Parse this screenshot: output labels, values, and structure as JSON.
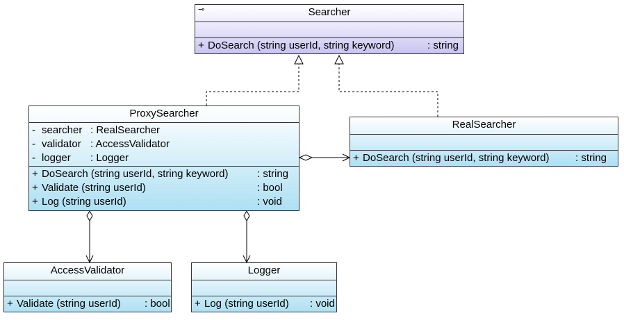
{
  "classes": {
    "searcher": {
      "name": "Searcher",
      "marker": "⊸",
      "operations": [
        {
          "vis": "+",
          "sig": "DoSearch (string userId, string keyword)",
          "type": ": string"
        }
      ]
    },
    "proxy": {
      "name": "ProxySearcher",
      "attributes": [
        {
          "vis": "-",
          "name": "searcher",
          "type": ": RealSearcher"
        },
        {
          "vis": "-",
          "name": "validator",
          "type": ": AccessValidator"
        },
        {
          "vis": "-",
          "name": "logger",
          "type": ": Logger"
        }
      ],
      "operations": [
        {
          "vis": "+",
          "sig": "DoSearch (string userId, string keyword)",
          "type": ": string"
        },
        {
          "vis": "+",
          "sig": "Validate (string userId)",
          "type": ": bool"
        },
        {
          "vis": "+",
          "sig": "Log (string userId)",
          "type": ": void"
        }
      ]
    },
    "real": {
      "name": "RealSearcher",
      "operations": [
        {
          "vis": "+",
          "sig": "DoSearch (string userId, string keyword)",
          "type": ": string"
        }
      ]
    },
    "validator": {
      "name": "AccessValidator",
      "operations": [
        {
          "vis": "+",
          "sig": "Validate (string userId)",
          "type": ": bool"
        }
      ]
    },
    "logger": {
      "name": "Logger",
      "operations": [
        {
          "vis": "+",
          "sig": "Log (string userId)",
          "type": ": void"
        }
      ]
    }
  },
  "relations": [
    {
      "kind": "realization",
      "from": "ProxySearcher",
      "to": "Searcher"
    },
    {
      "kind": "realization",
      "from": "RealSearcher",
      "to": "Searcher"
    },
    {
      "kind": "aggregation",
      "from": "ProxySearcher",
      "to": "RealSearcher"
    },
    {
      "kind": "aggregation",
      "from": "ProxySearcher",
      "to": "AccessValidator"
    },
    {
      "kind": "aggregation",
      "from": "ProxySearcher",
      "to": "Logger"
    }
  ]
}
